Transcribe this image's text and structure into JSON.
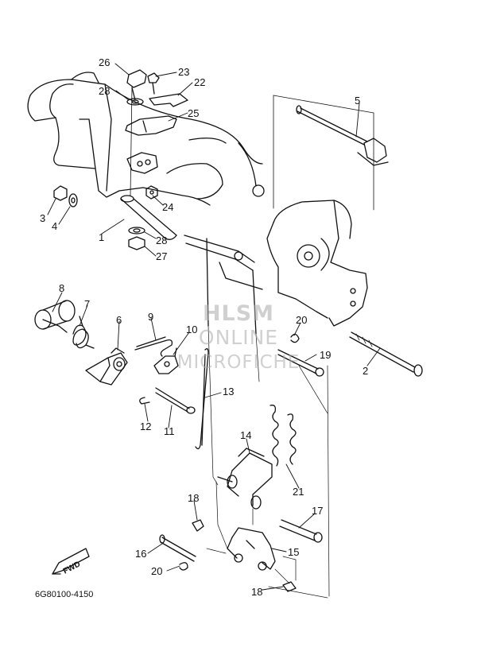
{
  "catalog_code": "6G80100-4150",
  "watermark": {
    "line1": "HLSM",
    "line2": "ONLINE",
    "line3": "MICROFICHE"
  },
  "fwd_label": "FWD",
  "part_numbers": {
    "p1": "1",
    "p2": "2",
    "p3": "3",
    "p4": "4",
    "p5": "5",
    "p6": "6",
    "p7": "7",
    "p8": "8",
    "p9": "9",
    "p10": "10",
    "p11": "11",
    "p12": "12",
    "p13": "13",
    "p14": "14",
    "p15": "15",
    "p16": "16",
    "p17": "17",
    "p18a": "18",
    "p18b": "18",
    "p19": "19",
    "p20a": "20",
    "p20b": "20",
    "p21": "21",
    "p22": "22",
    "p23": "23",
    "p24": "24",
    "p25": "25",
    "p26": "26",
    "p27": "27",
    "p28a": "28",
    "p28b": "28"
  }
}
